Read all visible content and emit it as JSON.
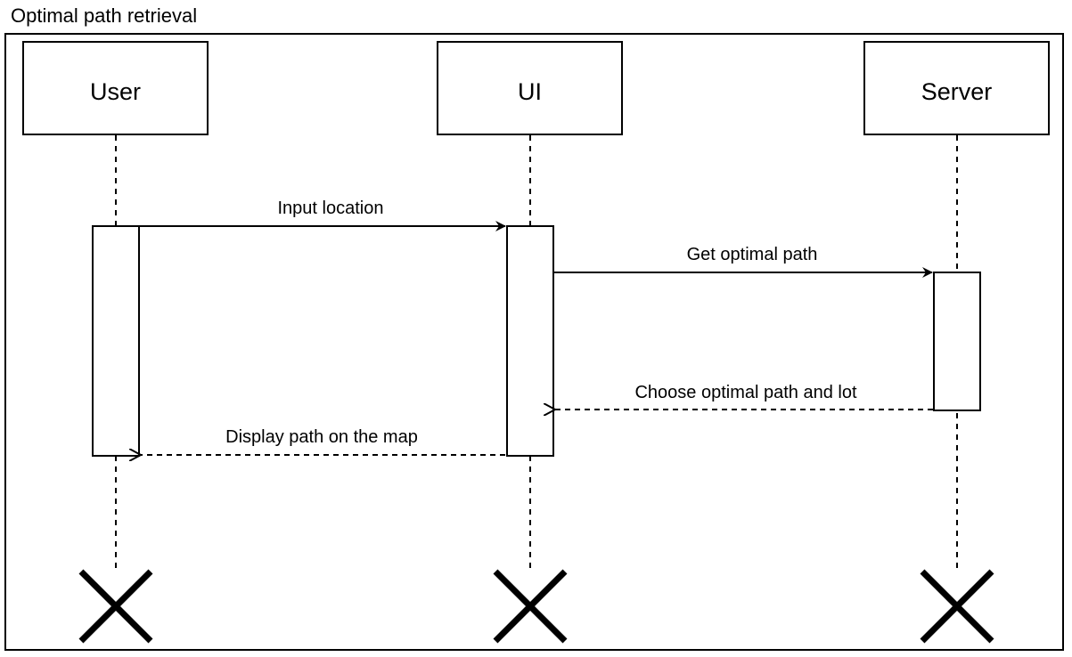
{
  "frame": {
    "title": "Optimal path retrieval"
  },
  "actors": [
    {
      "label": "User"
    },
    {
      "label": "UI"
    },
    {
      "label": "Server"
    }
  ],
  "messages": [
    {
      "label": "Input location",
      "from": "User",
      "to": "UI",
      "style": "sync"
    },
    {
      "label": "Get optimal path",
      "from": "UI",
      "to": "Server",
      "style": "sync"
    },
    {
      "label": "Choose optimal path and lot",
      "from": "Server",
      "to": "UI",
      "style": "return"
    },
    {
      "label": "Display path on the map",
      "from": "UI",
      "to": "User",
      "style": "return"
    }
  ],
  "colors": {
    "stroke": "#000000",
    "fill": "#ffffff"
  }
}
